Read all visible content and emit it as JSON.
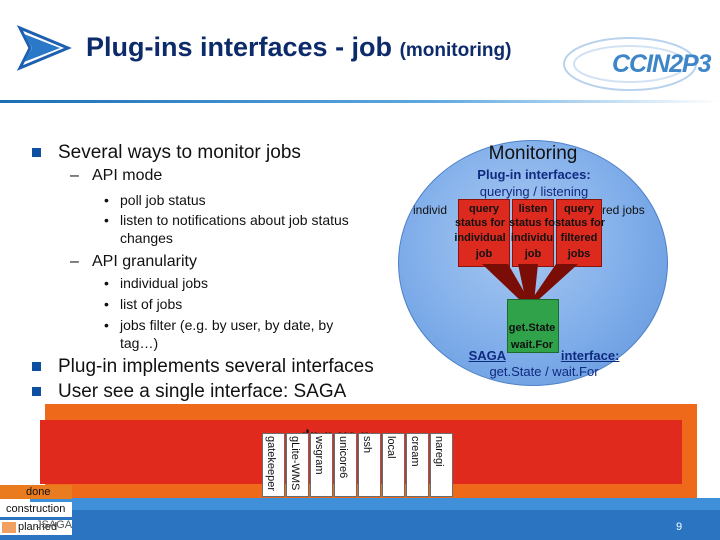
{
  "title": {
    "main": "Plug-ins interfaces - job",
    "sub": "(monitoring)"
  },
  "logo": {
    "text": "CCIN2P3"
  },
  "bullets": {
    "item1": "Several ways to monitor jobs",
    "api_mode": "API mode",
    "api_mode_items": [
      "poll job status",
      "listen to notifications about job status",
      "changes"
    ],
    "api_granularity": "API granularity",
    "granularity_items": [
      "individual jobs",
      "list of jobs",
      "jobs filter (e.g. by user, by date, by",
      "tag…)"
    ],
    "item2": "Plug-in implements several interfaces",
    "item3": "User see a single interface: SAGA"
  },
  "diagram": {
    "monitoring_title": "Monitoring",
    "plugin_interfaces_label": "Plug-in interfaces:",
    "plugin_interfaces_sub": "querying / listening",
    "individ_left": "individ",
    "red_jobs_right": "red jobs",
    "box_query_1": [
      "query",
      "status for",
      "individual",
      "job"
    ],
    "box_listen": [
      "listen",
      "status fo",
      "individu",
      "job"
    ],
    "box_query_2": [
      "query",
      "status for",
      "filtered",
      "jobs"
    ],
    "getstate_box": [
      "get.State",
      "wait.For"
    ],
    "saga_interface_label": "SAGA",
    "saga_interface_label_rest": "interface:",
    "saga_interface_sub": "get.State / wait.For",
    "plugins": [
      "gatekeeper",
      "gLite-WMS",
      "wsgram",
      "unicore6",
      "ssh",
      "local",
      "cream",
      "naregi"
    ],
    "bar_text": "dp p  xe  n"
  },
  "legend": {
    "done": "done",
    "construction": "construction",
    "planned": "planned",
    "jsaga": "JSAGA"
  },
  "page_number": "9",
  "colors": {
    "title": "#0d2a6a",
    "bullet": "#0d4fa0",
    "circle": "#7fadea",
    "red_box": "#dd2a1e",
    "green_box": "#2fa24a",
    "orange_bar": "#ee6a1a",
    "footer_blue": "#2a74c2"
  }
}
